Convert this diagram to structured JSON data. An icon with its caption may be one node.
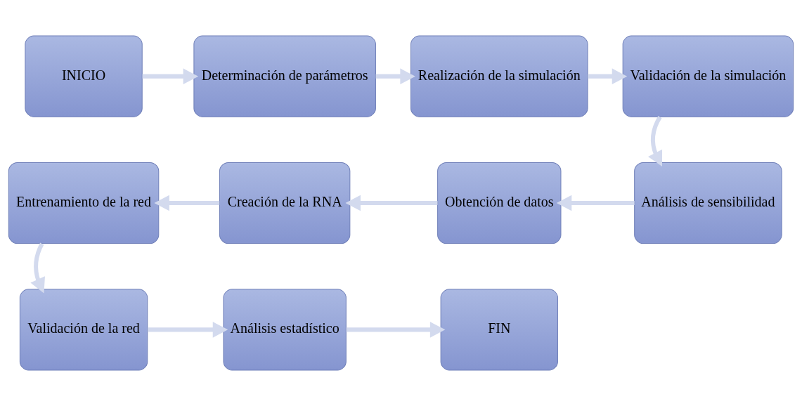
{
  "diagram": {
    "nodes": [
      {
        "text": [
          "INICIO"
        ]
      },
      {
        "text": [
          "Determinación de parámetros"
        ]
      },
      {
        "text": [
          "Realización de la simulación"
        ]
      },
      {
        "text": [
          "Validación de la simulación"
        ]
      },
      {
        "text": [
          "Análisis de sensibilidad"
        ]
      },
      {
        "text": [
          "Obtención de datos"
        ]
      },
      {
        "text": [
          "Creación de la RNA"
        ]
      },
      {
        "text": [
          "Entrenamiento de la red"
        ]
      },
      {
        "text": [
          "Validación de la red"
        ]
      },
      {
        "text": [
          "Análisis estadístico"
        ]
      },
      {
        "text": [
          "FIN"
        ]
      }
    ],
    "edges": [
      {
        "from": 0,
        "to": 1,
        "arrow": "to"
      },
      {
        "from": 1,
        "to": 2,
        "arrow": "to"
      },
      {
        "from": 2,
        "to": 3,
        "arrow": "to"
      },
      {
        "from": 3,
        "to": 4,
        "arrow": "to"
      },
      {
        "from": 4,
        "to": 5,
        "arrow": "to"
      },
      {
        "from": 5,
        "to": 6,
        "arrow": "to"
      },
      {
        "from": 6,
        "to": 7,
        "arrow": "to"
      },
      {
        "from": 7,
        "to": 8,
        "arrow": "to"
      },
      {
        "from": 8,
        "to": 9,
        "arrow": "to"
      },
      {
        "from": 9,
        "to": 10,
        "arrow": "to"
      }
    ]
  }
}
